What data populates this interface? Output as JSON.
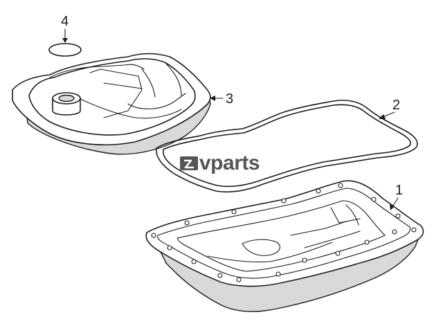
{
  "callouts": [
    {
      "id": "1",
      "label": "1"
    },
    {
      "id": "2",
      "label": "2"
    },
    {
      "id": "3",
      "label": "3"
    },
    {
      "id": "4",
      "label": "4"
    }
  ],
  "watermark": {
    "text": "vparts",
    "color": "#555555"
  },
  "colors": {
    "line": "#1a1a1a",
    "shade": "#d9d9d9",
    "background": "#ffffff"
  }
}
